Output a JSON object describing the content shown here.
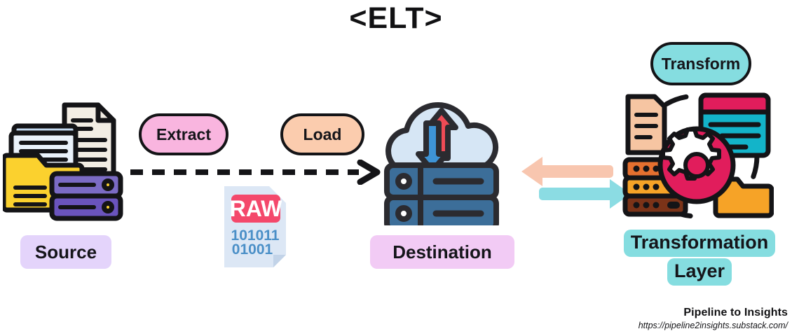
{
  "title": "<ELT>",
  "stages": {
    "source_label": "Source",
    "destination_label": "Destination",
    "transformation_label_line1": "Transformation",
    "transformation_label_line2": "Layer"
  },
  "steps": {
    "extract": "Extract",
    "load": "Load",
    "transform": "Transform"
  },
  "raw_file": {
    "banner": "RAW",
    "binary_line1": "101011",
    "binary_line2": "01001"
  },
  "footer": {
    "name": "Pipeline to Insights",
    "url": "https://pipeline2insights.substack.com/"
  },
  "colors": {
    "outline": "#141417",
    "extract_pill": "#F9B5DF",
    "load_pill": "#FBCCAE",
    "transform_pill": "#85DDE0",
    "source_badge": "#E4D4FB",
    "destination_badge": "#F2CBF5",
    "transformation_badge": "#85DDE0",
    "arrow_left": "#F8C6AF",
    "arrow_right": "#8BDCE3",
    "folder_yellow": "#FBD12E",
    "server_purple": "#7B6BC4",
    "server_blue": "#3C6E99",
    "cloud_blue": "#D6E6F5",
    "gear_pink": "#E11D5C",
    "window_teal": "#13B4C9",
    "raw_red": "#F4486B",
    "raw_binary_blue": "#4A8FC7"
  }
}
